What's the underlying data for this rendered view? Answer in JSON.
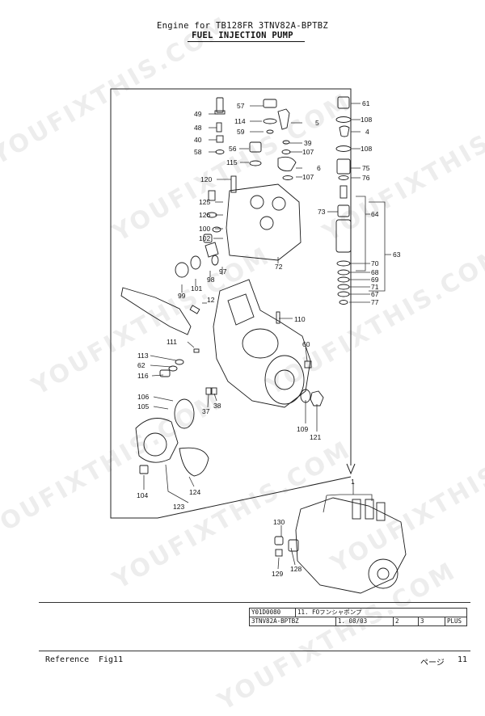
{
  "header": {
    "line1": "Engine for TB128FR  3TNV82A-BPTBZ",
    "line2": "FUEL INJECTION PUMP"
  },
  "watermark": "YOUFIXTHIS.COM",
  "part_labels": [
    "49",
    "48",
    "40",
    "58",
    "57",
    "114",
    "59",
    "56",
    "115",
    "5",
    "39",
    "107",
    "6",
    "107",
    "61",
    "108",
    "4",
    "108",
    "75",
    "76",
    "120",
    "125",
    "126",
    "100",
    "102",
    "73",
    "64",
    "63",
    "70",
    "68",
    "69",
    "71",
    "67",
    "77",
    "72",
    "97",
    "98",
    "101",
    "99",
    "12",
    "110",
    "111",
    "113",
    "62",
    "116",
    "60",
    "38",
    "37",
    "106",
    "105",
    "109",
    "121",
    "104",
    "124",
    "123",
    "1",
    "130",
    "128",
    "129"
  ],
  "title_block": {
    "rows": [
      [
        "Y01D0080",
        "11. FOフンシャポンプ",
        "",
        ""
      ],
      [
        "3TNV82A-BPTBZ",
        "1. 08/03",
        "2",
        "3",
        "PLUS"
      ]
    ]
  },
  "footer": {
    "reference": "Reference",
    "fig": "Fig11",
    "page_label": "ページ",
    "page_number": "11"
  }
}
